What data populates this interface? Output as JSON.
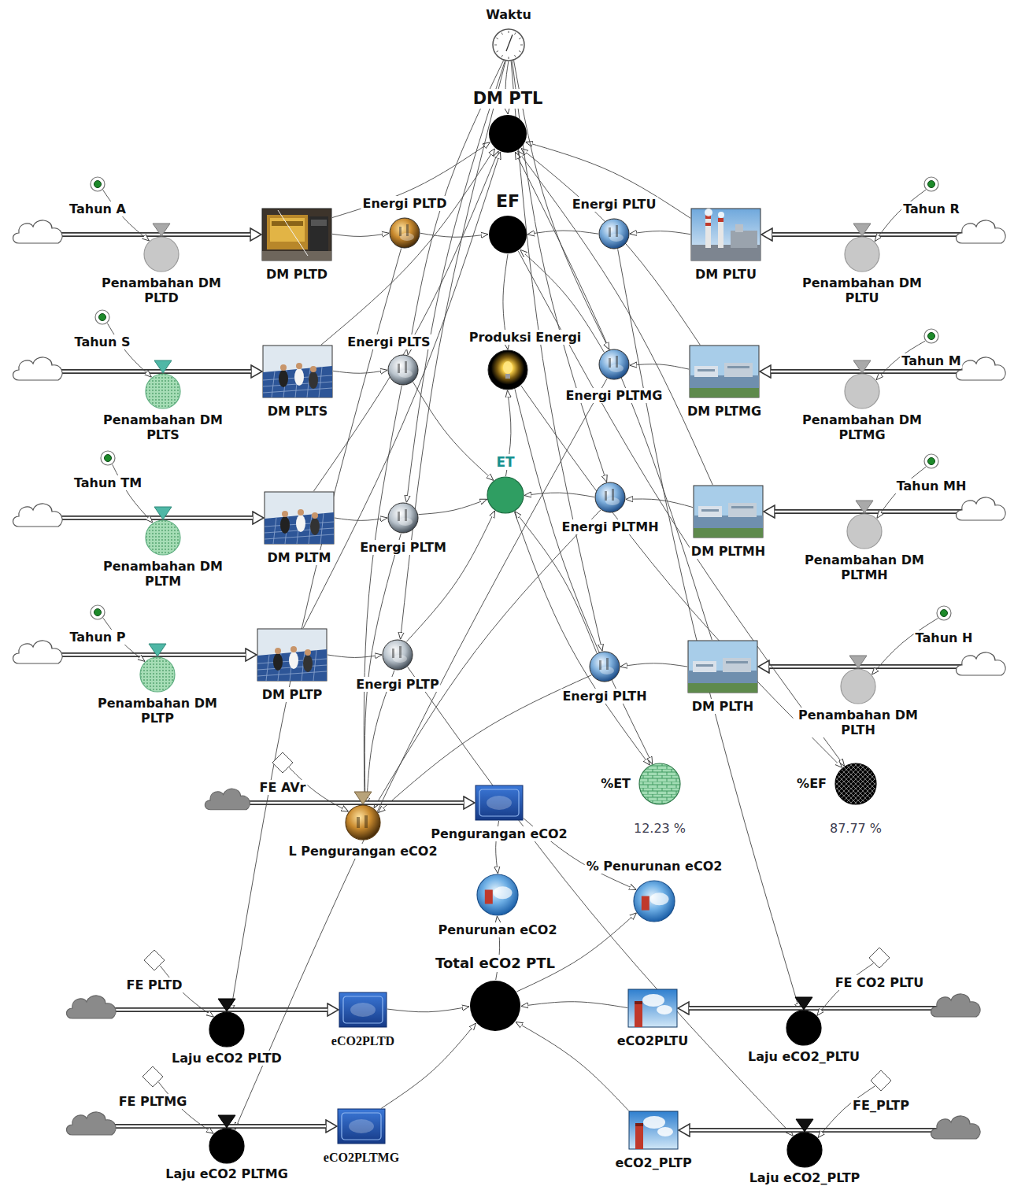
{
  "diagram": {
    "nodes": [
      {
        "text": [
          "Waktu"
        ]
      },
      {
        "text": [
          "DM PTL"
        ]
      },
      {
        "text": [
          "Tahun A"
        ]
      },
      {
        "text": [
          "Energi PLTD"
        ]
      },
      {
        "text": [
          "EF"
        ]
      },
      {
        "text": [
          "Energi PLTU"
        ]
      },
      {
        "text": [
          "Tahun R"
        ]
      },
      {
        "text": [
          "Penambahan DM PLTD"
        ]
      },
      {
        "text": [
          "DM PLTD"
        ]
      },
      {
        "text": [
          "DM PLTU"
        ]
      },
      {
        "text": [
          "Penambahan DM PLTU"
        ]
      },
      {
        "text": [
          "Tahun S"
        ]
      },
      {
        "text": [
          "Energi PLTS"
        ]
      },
      {
        "text": [
          "Produksi Energi"
        ]
      },
      {
        "text": [
          "Tahun M"
        ]
      },
      {
        "text": [
          "Energi PLTMG"
        ]
      },
      {
        "text": [
          "Penambahan DM PLTS"
        ]
      },
      {
        "text": [
          "DM PLTS"
        ]
      },
      {
        "text": [
          "DM PLTMG"
        ]
      },
      {
        "text": [
          "Penambahan DM PLTMG"
        ]
      },
      {
        "text": [
          "Tahun TM"
        ]
      },
      {
        "text": [
          "Tahun MH"
        ]
      },
      {
        "text": [
          "ET"
        ]
      },
      {
        "text": [
          "Energi PLTM"
        ]
      },
      {
        "text": [
          "Energi PLTMH"
        ]
      },
      {
        "text": [
          "Penambahan DM PLTM"
        ]
      },
      {
        "text": [
          "DM PLTM"
        ]
      },
      {
        "text": [
          "DM PLTMH"
        ]
      },
      {
        "text": [
          "Penambahan DM PLTMH"
        ]
      },
      {
        "text": [
          "Tahun P"
        ]
      },
      {
        "text": [
          "Tahun H"
        ]
      },
      {
        "text": [
          "Energi PLTP"
        ]
      },
      {
        "text": [
          "Energi PLTH"
        ]
      },
      {
        "text": [
          "Penambahan DM PLTP"
        ]
      },
      {
        "text": [
          "DM PLTP"
        ]
      },
      {
        "text": [
          "DM PLTH"
        ]
      },
      {
        "text": [
          "Penambahan DM PLTH"
        ]
      },
      {
        "text": [
          "FE AVr"
        ]
      },
      {
        "text": [
          "%ET",
          "12.23 %"
        ]
      },
      {
        "text": [
          "%EF",
          "87.77 %"
        ]
      },
      {
        "text": [
          "L Pengurangan eCO2"
        ]
      },
      {
        "text": [
          "Pengurangan eCO2"
        ]
      },
      {
        "text": [
          "Penurunan eCO2"
        ]
      },
      {
        "text": [
          "% Penurunan eCO2"
        ]
      },
      {
        "text": [
          "Total eCO2 PTL"
        ]
      },
      {
        "text": [
          "FE PLTD"
        ]
      },
      {
        "text": [
          "FE CO2 PLTU"
        ]
      },
      {
        "text": [
          "eCO2PLTD"
        ]
      },
      {
        "text": [
          "eCO2PLTU"
        ]
      },
      {
        "text": [
          "Laju eCO2 PLTD"
        ]
      },
      {
        "text": [
          "Laju eCO2_PLTU"
        ]
      },
      {
        "text": [
          "FE PLTMG"
        ]
      },
      {
        "text": [
          "FE_PLTP"
        ]
      },
      {
        "text": [
          "eCO2PLTMG"
        ]
      },
      {
        "text": [
          "eCO2_PLTP"
        ]
      },
      {
        "text": [
          "Laju eCO2 PLTMG"
        ]
      },
      {
        "text": [
          "Laju eCO2_PLTP"
        ]
      }
    ],
    "edges": [
      {
        "from": 2,
        "to": 7,
        "arrow": "to"
      },
      {
        "from": 6,
        "to": 10,
        "arrow": "to"
      },
      {
        "from": 11,
        "to": 16,
        "arrow": "to"
      },
      {
        "from": 14,
        "to": 19,
        "arrow": "to"
      },
      {
        "from": 20,
        "to": 25,
        "arrow": "to"
      },
      {
        "from": 21,
        "to": 28,
        "arrow": "to"
      },
      {
        "from": 29,
        "to": 33,
        "arrow": "to"
      },
      {
        "from": 30,
        "to": 36,
        "arrow": "to"
      },
      {
        "from": 7,
        "to": 8,
        "arrow": "to"
      },
      {
        "from": 10,
        "to": 9,
        "arrow": "to"
      },
      {
        "from": 16,
        "to": 17,
        "arrow": "to"
      },
      {
        "from": 19,
        "to": 18,
        "arrow": "to"
      },
      {
        "from": 25,
        "to": 26,
        "arrow": "to"
      },
      {
        "from": 28,
        "to": 27,
        "arrow": "to"
      },
      {
        "from": 33,
        "to": 34,
        "arrow": "to"
      },
      {
        "from": 36,
        "to": 35,
        "arrow": "to"
      },
      {
        "from": 8,
        "to": 3,
        "arrow": "to"
      },
      {
        "from": 9,
        "to": 5,
        "arrow": "to"
      },
      {
        "from": 17,
        "to": 12,
        "arrow": "to"
      },
      {
        "from": 18,
        "to": 15,
        "arrow": "to"
      },
      {
        "from": 26,
        "to": 23,
        "arrow": "to"
      },
      {
        "from": 27,
        "to": 24,
        "arrow": "to"
      },
      {
        "from": 34,
        "to": 31,
        "arrow": "to"
      },
      {
        "from": 35,
        "to": 32,
        "arrow": "to"
      },
      {
        "from": 8,
        "to": 1,
        "arrow": "to"
      },
      {
        "from": 9,
        "to": 1,
        "arrow": "to"
      },
      {
        "from": 17,
        "to": 1,
        "arrow": "to"
      },
      {
        "from": 18,
        "to": 1,
        "arrow": "to"
      },
      {
        "from": 26,
        "to": 1,
        "arrow": "to"
      },
      {
        "from": 27,
        "to": 1,
        "arrow": "to"
      },
      {
        "from": 34,
        "to": 1,
        "arrow": "to"
      },
      {
        "from": 35,
        "to": 1,
        "arrow": "to"
      },
      {
        "from": 0,
        "to": 1,
        "arrow": "to"
      },
      {
        "from": 0,
        "to": 12,
        "arrow": "to"
      },
      {
        "from": 0,
        "to": 23,
        "arrow": "to"
      },
      {
        "from": 0,
        "to": 31,
        "arrow": "to"
      },
      {
        "from": 0,
        "to": 15,
        "arrow": "to"
      },
      {
        "from": 0,
        "to": 24,
        "arrow": "to"
      },
      {
        "from": 0,
        "to": 32,
        "arrow": "to"
      },
      {
        "from": 3,
        "to": 4,
        "arrow": "to"
      },
      {
        "from": 5,
        "to": 4,
        "arrow": "to"
      },
      {
        "from": 15,
        "to": 4,
        "arrow": "to"
      },
      {
        "from": 4,
        "to": 13,
        "arrow": "to"
      },
      {
        "from": 22,
        "to": 13,
        "arrow": "to"
      },
      {
        "from": 12,
        "to": 22,
        "arrow": "to"
      },
      {
        "from": 23,
        "to": 22,
        "arrow": "to"
      },
      {
        "from": 31,
        "to": 22,
        "arrow": "to"
      },
      {
        "from": 24,
        "to": 22,
        "arrow": "to"
      },
      {
        "from": 32,
        "to": 22,
        "arrow": "to"
      },
      {
        "from": 4,
        "to": 39,
        "arrow": "to"
      },
      {
        "from": 13,
        "to": 39,
        "arrow": "to"
      },
      {
        "from": 22,
        "to": 38,
        "arrow": "to"
      },
      {
        "from": 13,
        "to": 38,
        "arrow": "to"
      },
      {
        "from": 37,
        "to": 40,
        "arrow": "to"
      },
      {
        "from": 12,
        "to": 40,
        "arrow": "to"
      },
      {
        "from": 23,
        "to": 40,
        "arrow": "to"
      },
      {
        "from": 31,
        "to": 40,
        "arrow": "to"
      },
      {
        "from": 24,
        "to": 40,
        "arrow": "to"
      },
      {
        "from": 32,
        "to": 40,
        "arrow": "to"
      },
      {
        "from": 40,
        "to": 41,
        "arrow": "to"
      },
      {
        "from": 41,
        "to": 42,
        "arrow": "to"
      },
      {
        "from": 41,
        "to": 43,
        "arrow": "to"
      },
      {
        "from": 44,
        "to": 43,
        "arrow": "to"
      },
      {
        "from": 44,
        "to": 42,
        "arrow": "to"
      },
      {
        "from": 45,
        "to": 49,
        "arrow": "to"
      },
      {
        "from": 3,
        "to": 49,
        "arrow": "to"
      },
      {
        "from": 49,
        "to": 47,
        "arrow": "to"
      },
      {
        "from": 47,
        "to": 44,
        "arrow": "to"
      },
      {
        "from": 46,
        "to": 50,
        "arrow": "to"
      },
      {
        "from": 5,
        "to": 50,
        "arrow": "to"
      },
      {
        "from": 50,
        "to": 48,
        "arrow": "to"
      },
      {
        "from": 48,
        "to": 44,
        "arrow": "to"
      },
      {
        "from": 51,
        "to": 55,
        "arrow": "to"
      },
      {
        "from": 15,
        "to": 55,
        "arrow": "to"
      },
      {
        "from": 55,
        "to": 53,
        "arrow": "to"
      },
      {
        "from": 53,
        "to": 44,
        "arrow": "to"
      },
      {
        "from": 52,
        "to": 56,
        "arrow": "to"
      },
      {
        "from": 31,
        "to": 56,
        "arrow": "to"
      },
      {
        "from": 56,
        "to": 54,
        "arrow": "to"
      },
      {
        "from": 54,
        "to": 44,
        "arrow": "to"
      }
    ]
  }
}
